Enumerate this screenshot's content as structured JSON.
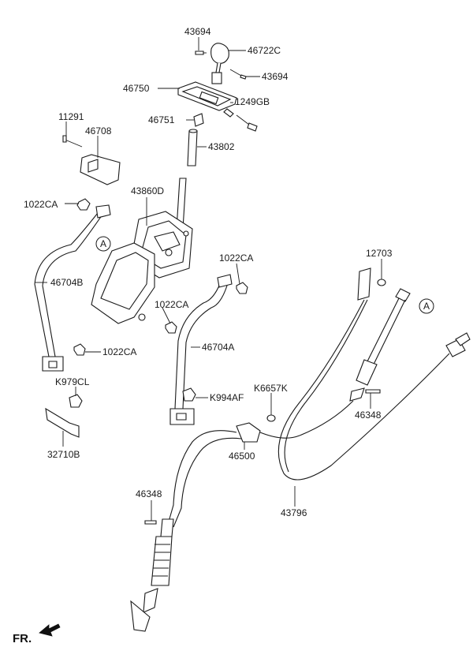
{
  "labels": {
    "p43694a": "43694",
    "p46722c": "46722C",
    "p43694b": "43694",
    "p46750": "46750",
    "p1249gb": "1249GB",
    "p46751": "46751",
    "p11291": "11291",
    "p46708": "46708",
    "p43802": "43802",
    "p43860d": "43860D",
    "p1022ca_a": "1022CA",
    "p1022ca_b": "1022CA",
    "p46704b": "46704B",
    "p1022ca_c": "1022CA",
    "p1022ca_d": "1022CA",
    "p46704a": "46704A",
    "pk979cl": "K979CL",
    "pk994af": "K994AF",
    "pk6657k": "K6657K",
    "p32710b": "32710B",
    "p46500": "46500",
    "p12703": "12703",
    "p46348a": "46348",
    "p46348b": "46348",
    "p43796": "43796",
    "ref_a1": "A",
    "ref_a2": "A",
    "fr": "FR."
  }
}
